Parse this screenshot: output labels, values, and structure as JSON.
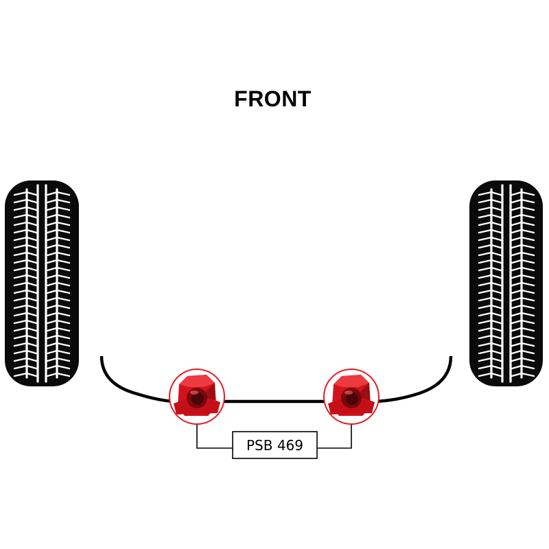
{
  "title": "FRONT",
  "part_number": "PSB 469",
  "colors": {
    "tyre": "#0a0a0a",
    "tread": "#ffffff",
    "bar": "#000000",
    "bush": "#d3121b",
    "bush_dark": "#8c0a10",
    "bush_ring": "#e11d26"
  },
  "icons": [
    "tyre-icon",
    "anti-roll-bar",
    "bush-icon"
  ]
}
